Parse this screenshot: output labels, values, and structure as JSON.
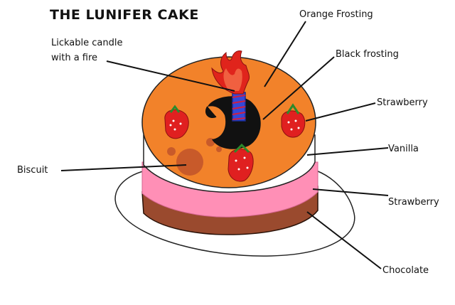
{
  "title": "THE LUNIFER CAKE",
  "labels": {
    "orange_frosting": "Orange Frosting",
    "candle_line1": "Lickable candle",
    "candle_line2": "with a fire",
    "black_frosting": "Black frosting",
    "strawberry_top": "Strawberry",
    "vanilla": "Vanilla",
    "biscuit": "Biscuit",
    "strawberry_layer": "Strawberry",
    "chocolate": "Chocolate"
  },
  "colors": {
    "orange_frosting": "#f2822a",
    "black_frosting": "#111111",
    "vanilla": "#ffffff",
    "strawberry_layer": "#ff8fb6",
    "chocolate": "#9a4a2e",
    "biscuit": "#c85a2a",
    "strawberry": "#e02020",
    "candle": "#3548d8",
    "flame": "#e0241c"
  }
}
